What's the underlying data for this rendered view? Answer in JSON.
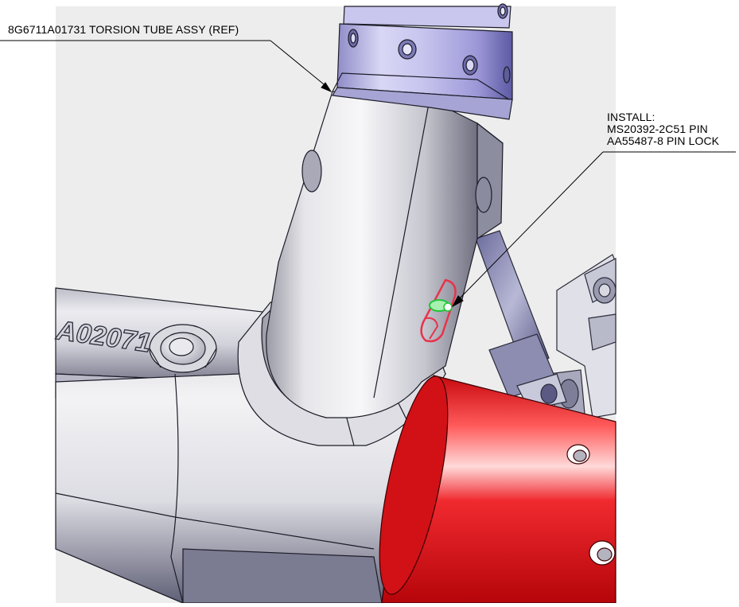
{
  "callouts": {
    "torsion_tube": "8G6711A01731 TORSION TUBE ASSY (REF)",
    "install": {
      "heading": "INSTALL:",
      "line1": "MS20392-2C51 PIN",
      "line2": "AA55487-8 PIN LOCK"
    }
  },
  "part_marking": "A02071",
  "colors": {
    "background": "#ffffff",
    "viewport": "#ededed",
    "tube_gray": "#d9d9de",
    "collar_lavender": "#b9b6e6",
    "red_part": "#e3161b",
    "pin_highlight": "#e8334a",
    "lock_highlight": "#22c43a",
    "leader_line": "#000000"
  }
}
